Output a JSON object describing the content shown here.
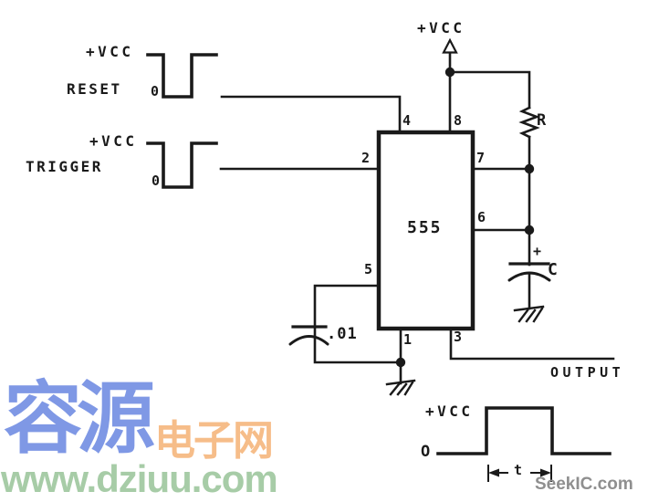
{
  "schematic": {
    "ic_label": "555",
    "pins": {
      "p1": "1",
      "p2": "2",
      "p3": "3",
      "p4": "4",
      "p5": "5",
      "p6": "6",
      "p7": "7",
      "p8": "8"
    },
    "reset": {
      "vcc": "+VCC",
      "name": "RESET",
      "zero": "0"
    },
    "trigger": {
      "vcc": "+VCC",
      "name": "TRIGGER",
      "zero": "0"
    },
    "supply": {
      "vcc": "+VCC"
    },
    "resistor": {
      "label": "R"
    },
    "cap_c": {
      "plus": "+",
      "label": "C"
    },
    "cap_bypass": {
      "value": ".01"
    },
    "output": {
      "label": "OUTPUT",
      "vcc": "+VCC",
      "zero": "O",
      "width_marker": "t"
    }
  },
  "watermarks": {
    "brand_cn": "容源",
    "brand_cn_suffix": "电子网",
    "site_url": "www.dziuu.com",
    "seekic": "SeekIC.com"
  },
  "colors": {
    "ink": "#1a1a1a",
    "brand_blue": "#7f98e5",
    "brand_orange": "#f6bd89",
    "url_green": "#a7cca7",
    "seekic_gray": "#8f8f8f"
  }
}
